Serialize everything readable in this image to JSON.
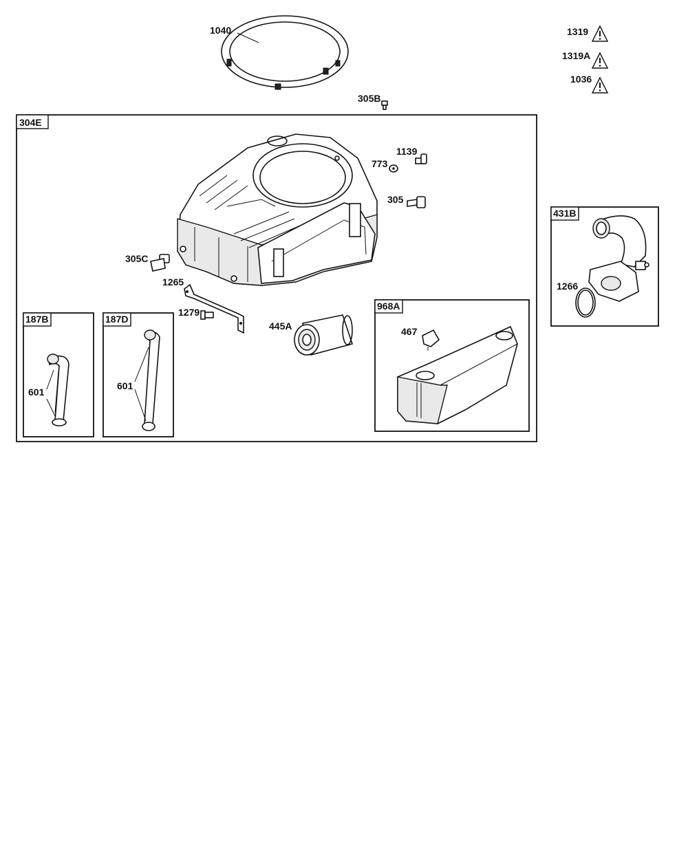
{
  "callouts": {
    "p1040": "1040",
    "p305B": "305B",
    "p1139": "1139",
    "p773": "773",
    "p305": "305",
    "p305C": "305C",
    "p1265": "1265",
    "p1279": "1279",
    "p445A": "445A",
    "p467": "467",
    "p1266": "1266",
    "p601_b": "601",
    "p601_d": "601"
  },
  "warnings": [
    {
      "label": "1319",
      "icon": "warning-triangle-icon"
    },
    {
      "label": "1319A",
      "icon": "warning-triangle-icon"
    },
    {
      "label": "1036",
      "icon": "warning-triangle-icon"
    }
  ],
  "boxes": {
    "b304E": "304E",
    "b431B": "431B",
    "b187B": "187B",
    "b187D": "187D",
    "b968A": "968A"
  }
}
